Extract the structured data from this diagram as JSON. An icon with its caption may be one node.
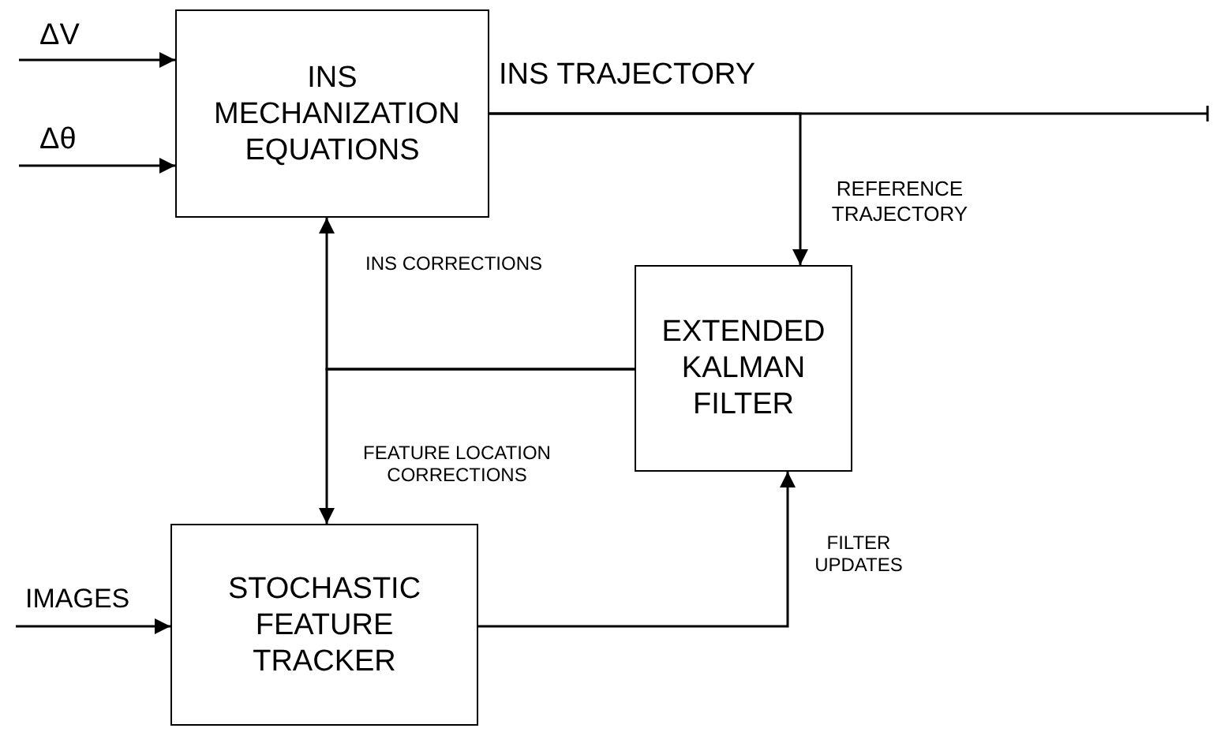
{
  "diagram": {
    "nodes": [
      {
        "text": [
          "INS MECHANIZATION EQUATIONS"
        ]
      },
      {
        "text": [
          "EXTENDED KALMAN FILTER"
        ]
      },
      {
        "text": [
          "STOCHASTIC FEATURE TRACKER"
        ]
      }
    ],
    "edges": [
      {
        "from": null,
        "to": 0,
        "label": "ΔV",
        "arrow": "to"
      },
      {
        "from": null,
        "to": 0,
        "label": "Δθ",
        "arrow": "to"
      },
      {
        "from": null,
        "to": 2,
        "label": "IMAGES",
        "arrow": "to"
      },
      {
        "from": 0,
        "to": null,
        "label": "INS TRAJECTORY",
        "arrow": "other"
      },
      {
        "from": 0,
        "to": 1,
        "label": "REFERENCE TRAJECTORY",
        "arrow": "to"
      },
      {
        "from": 1,
        "to": 0,
        "label": "INS CORRECTIONS",
        "arrow": "to"
      },
      {
        "from": 1,
        "to": 2,
        "label": "FEATURE LOCATION CORRECTIONS",
        "arrow": "to"
      },
      {
        "from": 2,
        "to": 1,
        "label": "FILTER UPDATES",
        "arrow": "to"
      }
    ]
  }
}
